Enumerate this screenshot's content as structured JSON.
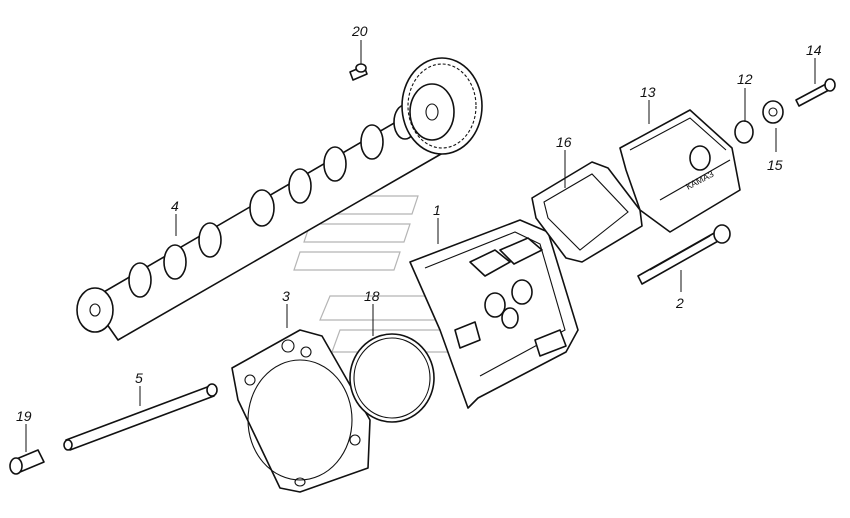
{
  "diagram": {
    "callouts": [
      {
        "id": "20",
        "label": "20"
      },
      {
        "id": "14",
        "label": "14"
      },
      {
        "id": "12",
        "label": "12"
      },
      {
        "id": "13",
        "label": "13"
      },
      {
        "id": "16",
        "label": "16"
      },
      {
        "id": "15",
        "label": "15"
      },
      {
        "id": "4",
        "label": "4"
      },
      {
        "id": "1",
        "label": "1"
      },
      {
        "id": "2",
        "label": "2"
      },
      {
        "id": "3",
        "label": "3"
      },
      {
        "id": "18",
        "label": "18"
      },
      {
        "id": "5",
        "label": "5"
      },
      {
        "id": "19",
        "label": "19"
      }
    ],
    "cover_logo": "КАМАЗ"
  }
}
